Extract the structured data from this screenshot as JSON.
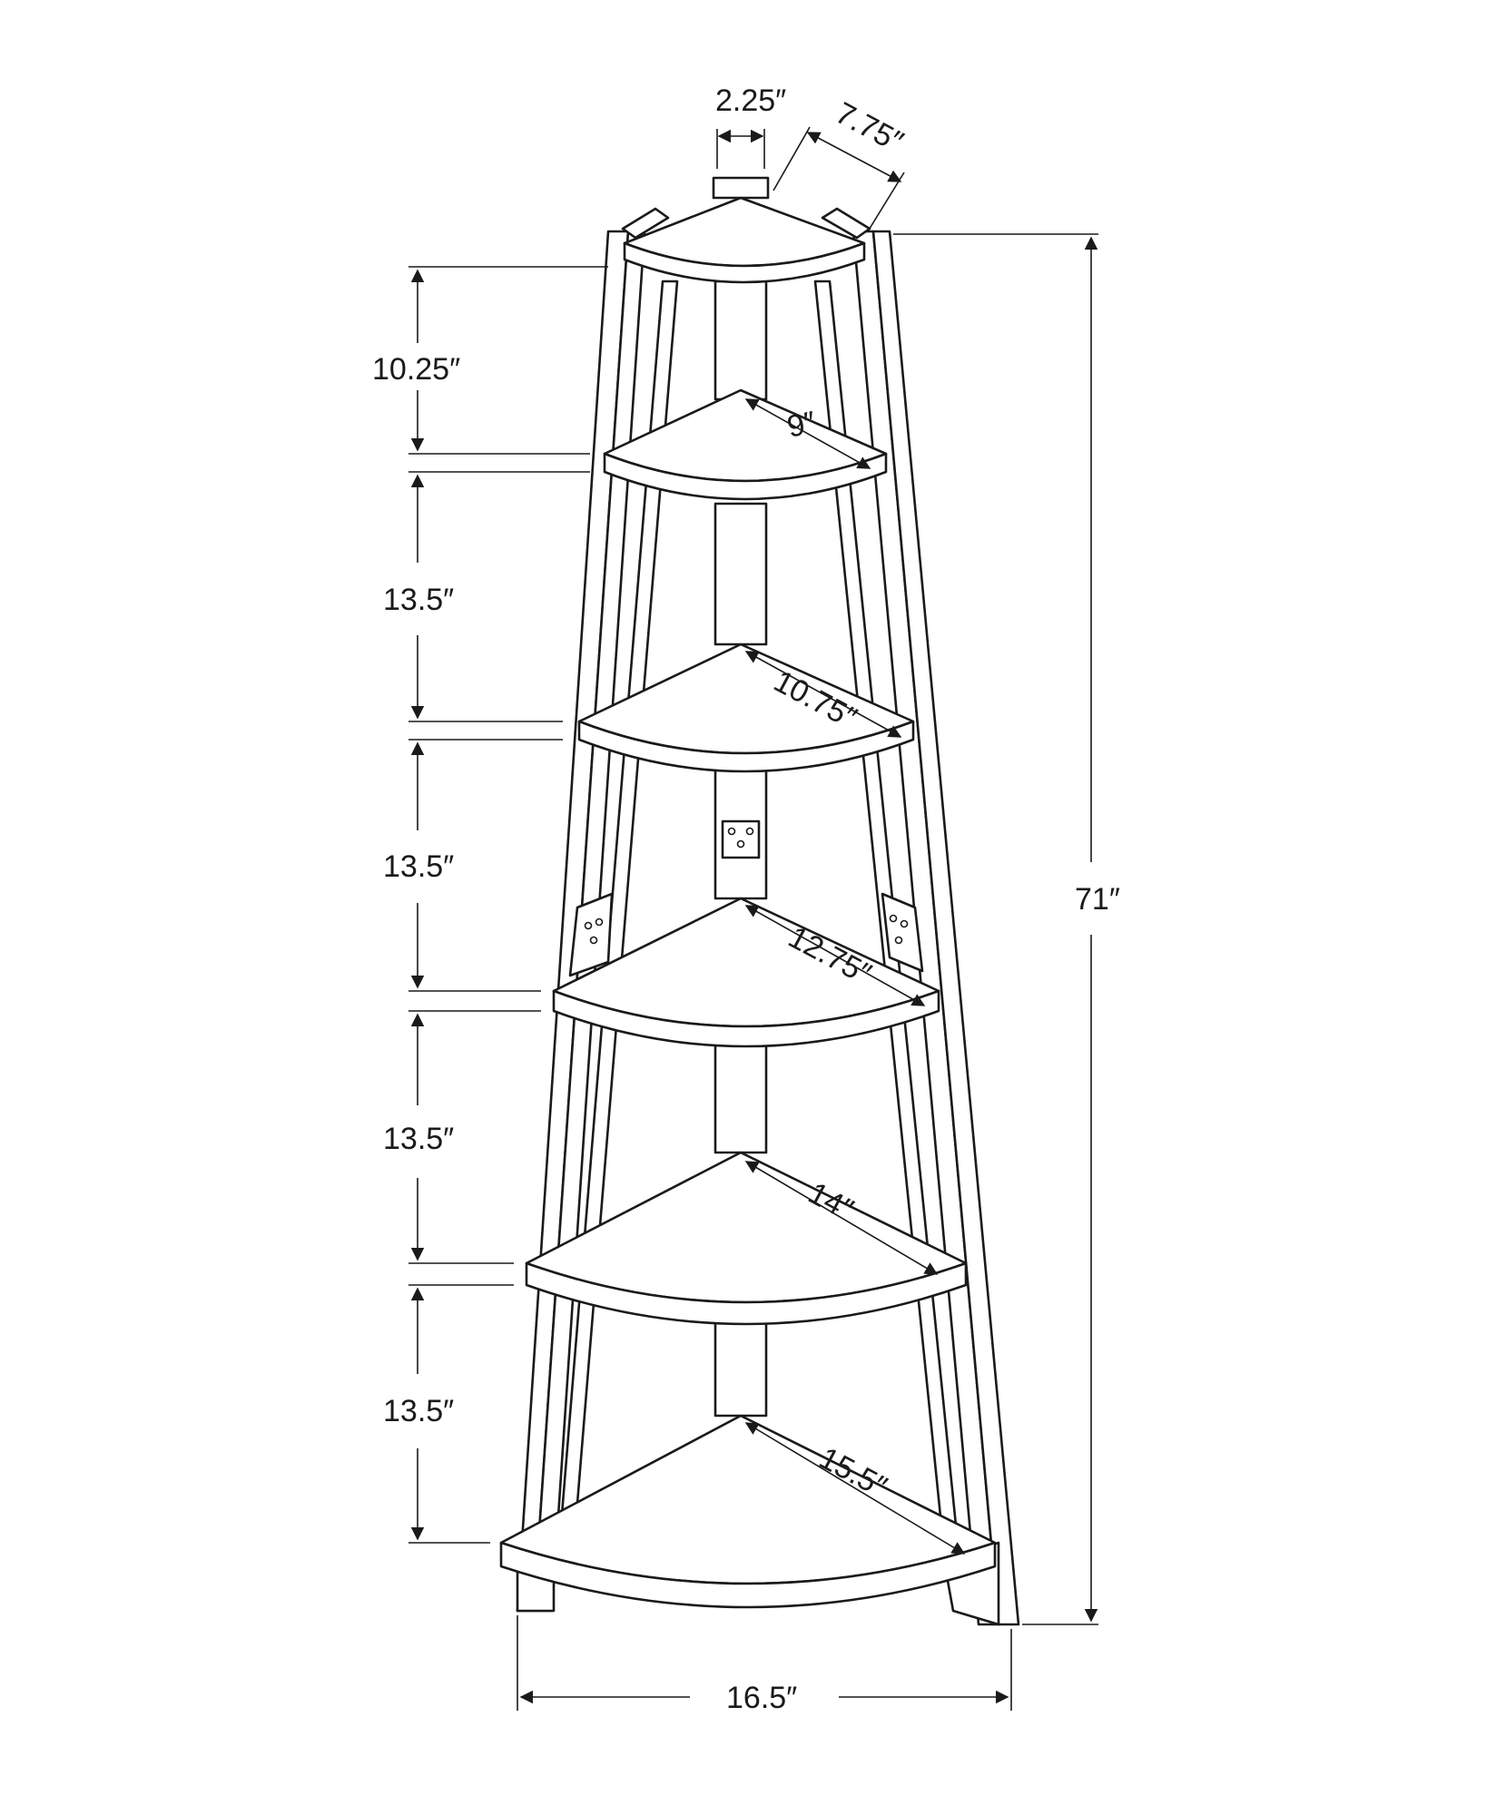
{
  "dimensions": {
    "top_post_width": "2.25″",
    "top_shelf_depth": "7.75″",
    "spacing_top": "10.25″",
    "spacing_2": "13.5″",
    "spacing_3": "13.5″",
    "spacing_4": "13.5″",
    "spacing_5": "13.5″",
    "shelf_2_depth": "9″",
    "shelf_3_depth": "10.75″",
    "shelf_4_depth": "12.75″",
    "shelf_5_depth": "14″",
    "shelf_6_depth": "15.5″",
    "total_height": "71″",
    "base_width": "16.5″"
  }
}
